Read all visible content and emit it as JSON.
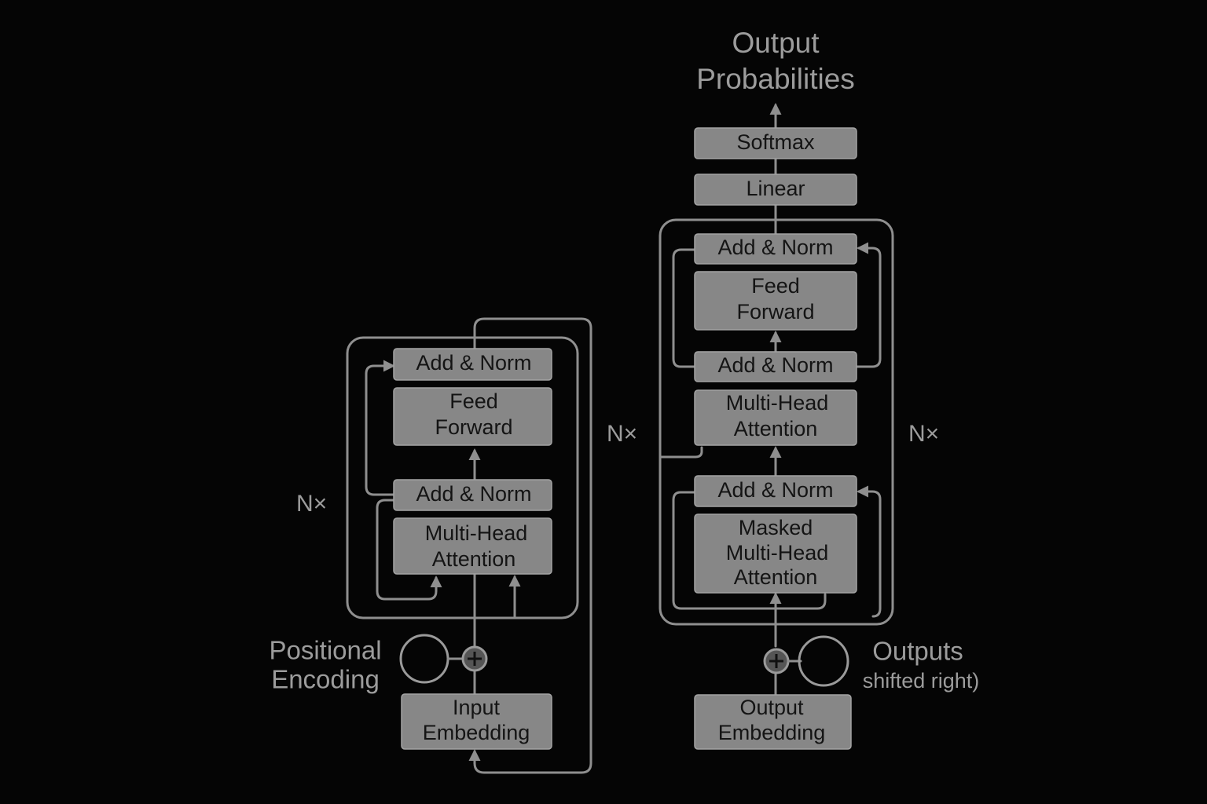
{
  "output": {
    "line1": "Output",
    "line2": "Probabilities"
  },
  "decoder": {
    "softmax": "Softmax",
    "linear": "Linear",
    "add_norm_top": "Add & Norm",
    "feed_forward_1": "Feed",
    "feed_forward_2": "Forward",
    "add_norm_mid": "Add & Norm",
    "mha_1": "Multi-Head",
    "mha_2": "Attention",
    "add_norm_bottom": "Add & Norm",
    "masked_1": "Masked",
    "masked_2": "Multi-Head",
    "masked_3": "Attention",
    "nx": "N×",
    "embedding_1": "Output",
    "embedding_2": "Embedding",
    "outputs_1": "Outputs",
    "outputs_2": "shifted right)"
  },
  "encoder": {
    "add_norm_top": "Add & Norm",
    "feed_forward_1": "Feed",
    "feed_forward_2": "Forward",
    "add_norm_bottom": "Add & Norm",
    "mha_1": "Multi-Head",
    "mha_2": "Attention",
    "nx_left": "N×",
    "nx_right": "N×",
    "embedding_1": "Input",
    "embedding_2": "Embedding",
    "pos_1": "Positional",
    "pos_2": "Encoding"
  },
  "colors": {
    "background": "#050505",
    "block_fill": "#878787",
    "line": "#8f8f8f",
    "text_dim": "#9c9c9c"
  }
}
